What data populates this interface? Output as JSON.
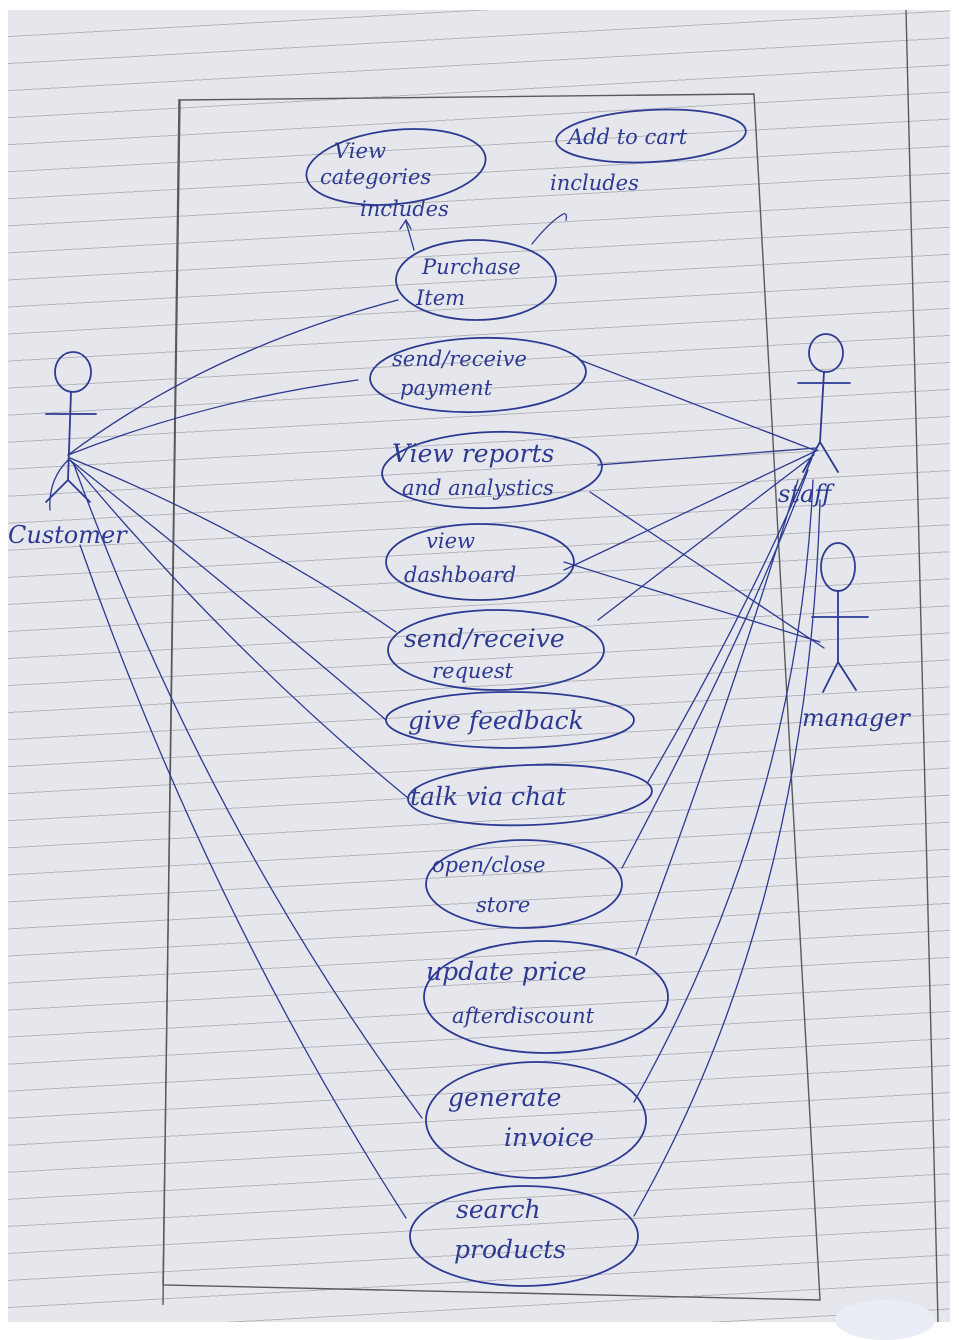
{
  "actors": {
    "customer": "Customer",
    "staff": "staff",
    "manager": "manager"
  },
  "use_cases": {
    "view_categories": [
      "View",
      "categories"
    ],
    "add_to_cart": [
      "Add to cart"
    ],
    "purchase_item": [
      "Purchase",
      "Item"
    ],
    "send_receive_payment": [
      "send/receive",
      "payment"
    ],
    "view_reports": [
      "View reports",
      "and analystics"
    ],
    "view_dashboard": [
      "view",
      "dashboard"
    ],
    "send_receive_request": [
      "send/receive",
      "request"
    ],
    "give_feedback": [
      "give feedback"
    ],
    "talk_via_chat": [
      "talk via chat"
    ],
    "open_close_store": [
      "open/close",
      "store"
    ],
    "update_price": [
      "update price",
      "afterdiscount"
    ],
    "generate_invoice": [
      "generate",
      "invoice"
    ],
    "search_products": [
      "search",
      "products"
    ]
  },
  "relations": {
    "includes_left": "includes",
    "includes_right": "includes"
  },
  "colors": {
    "ink": "#2c3a92",
    "paper": "#e6e7ec",
    "rule": "#b5b6bb"
  }
}
